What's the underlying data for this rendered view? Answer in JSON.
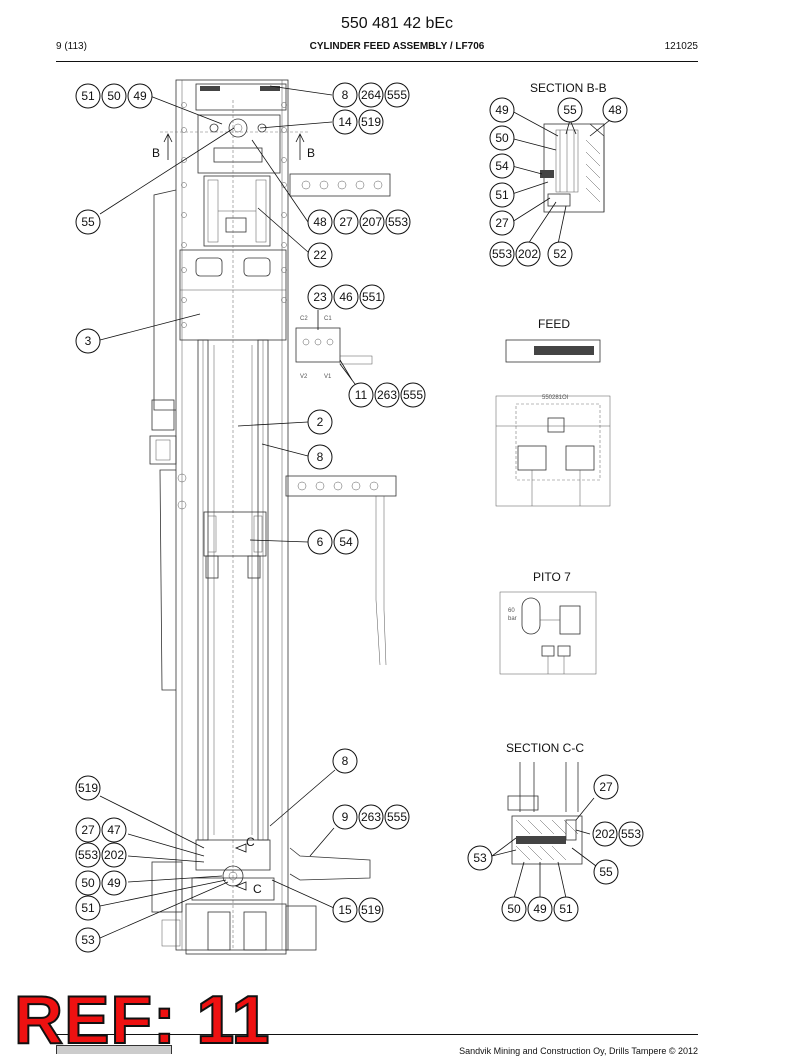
{
  "header": {
    "doc_number": "550 481 42 bEc",
    "page": "9 (113)",
    "title": "CYLINDER FEED ASSEMBLY / LF706",
    "code": "121025"
  },
  "sections": {
    "bb": "SECTION B-B",
    "feed": "FEED",
    "pito": "PITO 7",
    "cc": "SECTION C-C"
  },
  "markers": {
    "b": "B",
    "c": "C"
  },
  "schematic_labels": {
    "c2": "C2",
    "c1": "C1",
    "v2": "V2",
    "v1": "V1",
    "feed_code": "550281ΟΙ",
    "pito_a": "60",
    "pito_b": "bar"
  },
  "balloons": {
    "b51a": "51",
    "b50a": "50",
    "b49a": "49",
    "b8a": "8",
    "b264a": "264",
    "b555a": "555",
    "b14": "14",
    "b519a": "519",
    "b55a": "55",
    "b48a": "48",
    "b27a": "27",
    "b207": "207",
    "b553a": "553",
    "b22": "22",
    "b23": "23",
    "b46": "46",
    "b551": "551",
    "b3": "3",
    "b11": "11",
    "b263a": "263",
    "b555b": "555",
    "b2": "2",
    "b8b": "8",
    "b6": "6",
    "b54a": "54",
    "b8c": "8",
    "b519b": "519",
    "b9": "9",
    "b263b": "263",
    "b555c": "555",
    "b27b": "27",
    "b47": "47",
    "b553b": "553",
    "b202a": "202",
    "b50b": "50",
    "b49b": "49",
    "b51b": "51",
    "b15": "15",
    "b519c": "519",
    "b53a": "53",
    "s_b49": "49",
    "s_b55": "55",
    "s_b48": "48",
    "s_b50": "50",
    "s_b54": "54",
    "s_b51": "51",
    "s_b27": "27",
    "s_b553": "553",
    "s_b202": "202",
    "s_b52": "52",
    "c_b27": "27",
    "c_b202": "202",
    "c_b553": "553",
    "c_b53": "53",
    "c_b55": "55",
    "c_b50": "50",
    "c_b49": "49",
    "c_b51": "51"
  },
  "stamp": "REF: 11",
  "footer": "Sandvik Mining and Construction Oy, Drills Tampere © 2012"
}
